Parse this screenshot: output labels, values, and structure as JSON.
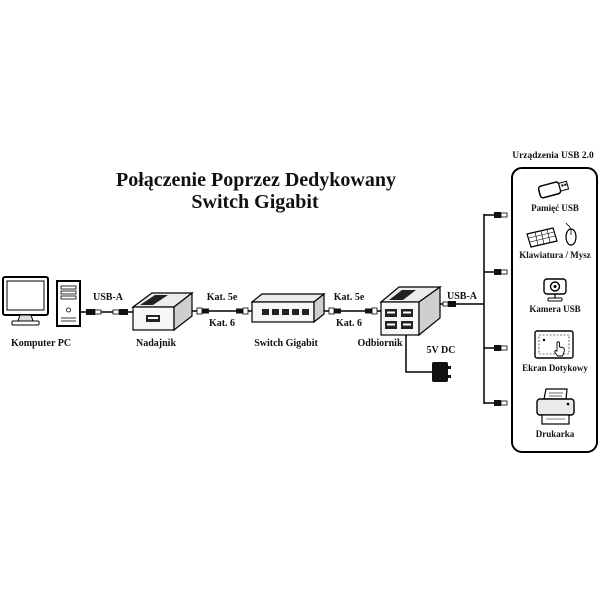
{
  "title": {
    "line1": "Połączenie Poprzez Dedykowany",
    "line2": "Switch Gigabit"
  },
  "usb_devices": {
    "header": "Urządzenia USB 2.0",
    "items": [
      "Pamięć USB",
      "Klawiatura / Mysz",
      "Kamera USB",
      "Ekran Dotykowy",
      "Drukarka"
    ]
  },
  "nodes": {
    "computer": "Komputer PC",
    "transmitter": "Nadajnik",
    "switch": "Switch Gigabit",
    "receiver": "Odbiornik"
  },
  "cables": {
    "usb_left": "USB-A",
    "left_cat5e": "Kat. 5e",
    "left_cat6": "Kat. 6",
    "right_cat5e": "Kat. 5e",
    "right_cat6": "Kat. 6",
    "usb_right": "USB-A",
    "power": "5V DC"
  }
}
